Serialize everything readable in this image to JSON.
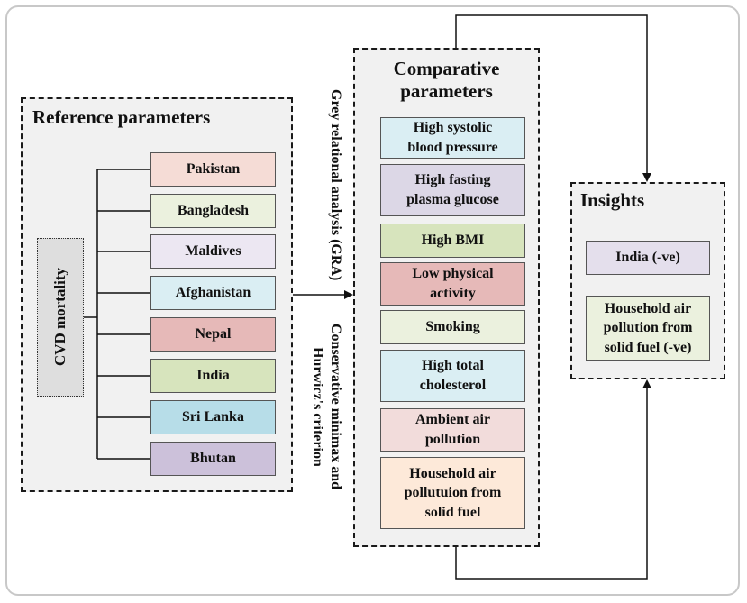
{
  "reference": {
    "title": "Reference parameters",
    "center_label": "CVD mortality",
    "countries": [
      {
        "label": "Pakistan",
        "color": "#f5dcd6"
      },
      {
        "label": "Bangladesh",
        "color": "#ebf1de"
      },
      {
        "label": "Maldives",
        "color": "#ece7f2"
      },
      {
        "label": "Afghanistan",
        "color": "#daeef3"
      },
      {
        "label": "Nepal",
        "color": "#e6b9b8"
      },
      {
        "label": "India",
        "color": "#d7e4bd"
      },
      {
        "label": "Sri Lanka",
        "color": "#b7dde8"
      },
      {
        "label": "Bhutan",
        "color": "#ccc1da"
      }
    ]
  },
  "methods": {
    "gra": "Grey relational analysis (GRA)",
    "conservative": "Conservative minimax and Hurwicz's criterion"
  },
  "comparative": {
    "title_line1": "Comparative",
    "title_line2": "parameters",
    "items": [
      {
        "line1": "High systolic",
        "line2": "blood pressure",
        "line3": "",
        "color": "#daeef3"
      },
      {
        "line1": "High fasting",
        "line2": "plasma glucose",
        "line3": "",
        "color": "#dcd7e6"
      },
      {
        "line1": "High BMI",
        "line2": "",
        "line3": "",
        "color": "#d7e4bd"
      },
      {
        "line1": "Low physical",
        "line2": "activity",
        "line3": "",
        "color": "#e6b9b8"
      },
      {
        "line1": "Smoking",
        "line2": "",
        "line3": "",
        "color": "#ebf1de"
      },
      {
        "line1": "High total",
        "line2": "cholesterol",
        "line3": "",
        "color": "#daeef3"
      },
      {
        "line1": "Ambient air",
        "line2": "pollution",
        "line3": "",
        "color": "#f2dcdb"
      },
      {
        "line1": "Household air",
        "line2": "pollutuion from",
        "line3": "solid fuel",
        "color": "#fde9d9"
      }
    ]
  },
  "insights": {
    "title": "Insights",
    "items": [
      {
        "line1": "India (-ve)",
        "line2": "",
        "line3": "",
        "color": "#e4dfec"
      },
      {
        "line1": "Household air",
        "line2": "pollution from",
        "line3": "solid fuel (-ve)",
        "color": "#ebf1de"
      }
    ]
  }
}
